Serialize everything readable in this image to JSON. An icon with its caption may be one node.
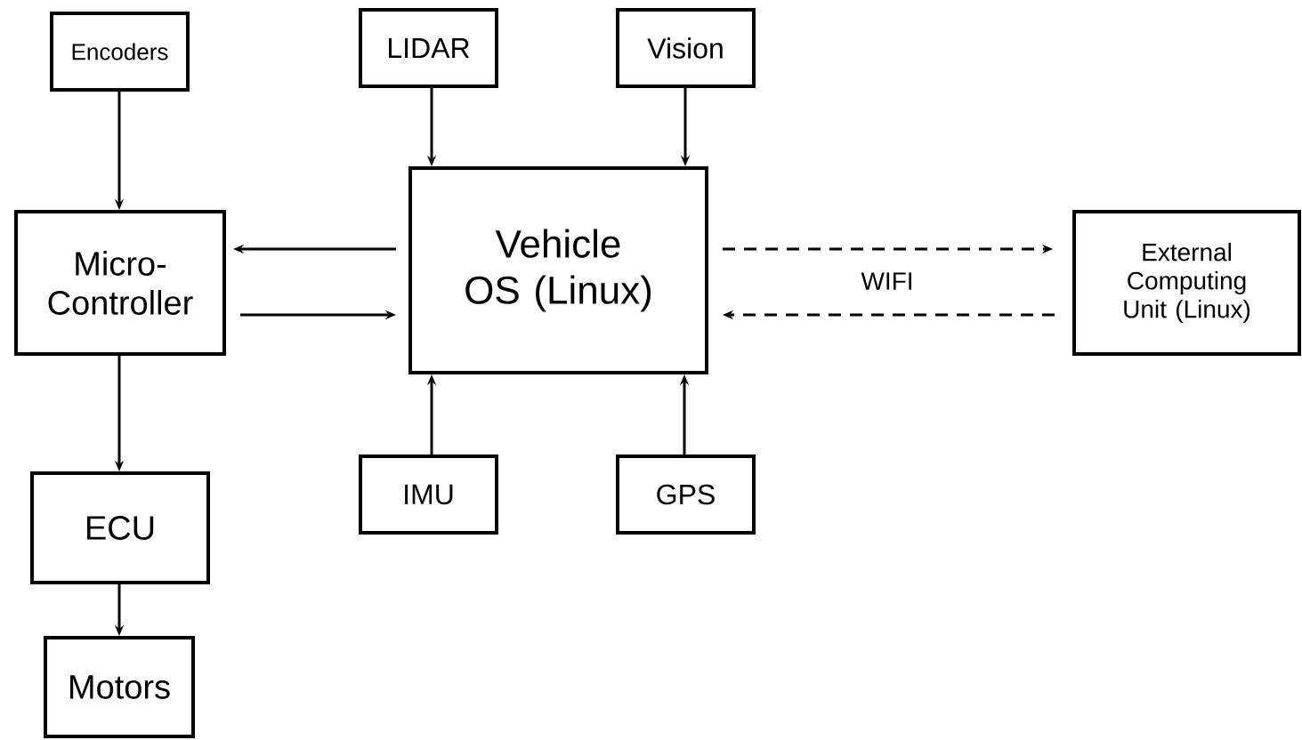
{
  "diagram": {
    "nodes": [
      {
        "text": [
          "Encoders"
        ]
      },
      {
        "text": [
          "LIDAR"
        ]
      },
      {
        "text": [
          "Vision"
        ]
      },
      {
        "text": [
          "Micro-Controller"
        ]
      },
      {
        "text": [
          "Vehicle OS (Linux)"
        ]
      },
      {
        "text": [
          "External Computing Unit (Linux)"
        ]
      },
      {
        "text": [
          "IMU"
        ]
      },
      {
        "text": [
          "GPS"
        ]
      },
      {
        "text": [
          "ECU"
        ]
      },
      {
        "text": [
          "Motors"
        ]
      }
    ],
    "edges": [
      {
        "from": 0,
        "to": 3,
        "arrow": "to"
      },
      {
        "from": 1,
        "to": 4,
        "arrow": "to"
      },
      {
        "from": 2,
        "to": 4,
        "arrow": "to"
      },
      {
        "from": 4,
        "to": 3,
        "arrow": "to"
      },
      {
        "from": 3,
        "to": 4,
        "arrow": "to"
      },
      {
        "from": 4,
        "to": 5,
        "arrow": "to",
        "style": "dashed"
      },
      {
        "from": 5,
        "to": 4,
        "arrow": "to",
        "style": "dashed"
      },
      {
        "from": 6,
        "to": 4,
        "arrow": "to"
      },
      {
        "from": 7,
        "to": 4,
        "arrow": "to"
      },
      {
        "from": 3,
        "to": 8,
        "arrow": "to"
      },
      {
        "from": 8,
        "to": 9,
        "arrow": "to"
      }
    ],
    "labels": [
      "WIFI"
    ]
  }
}
